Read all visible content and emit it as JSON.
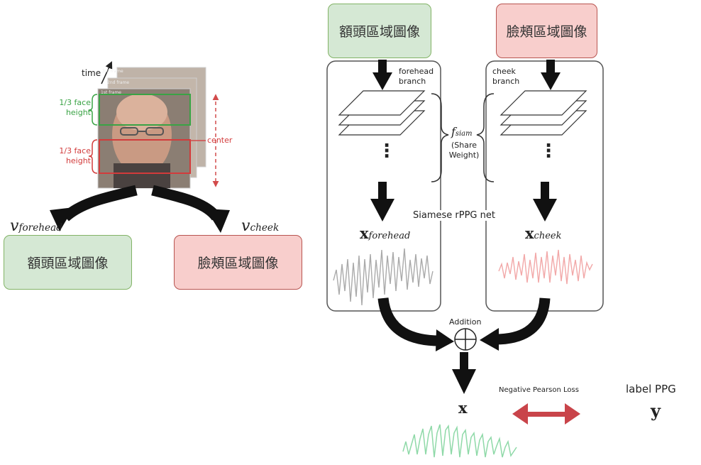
{
  "forehead_label": "額頭區域圖像",
  "cheek_label": "臉頰區域圖像",
  "left": {
    "time_label": "time",
    "face_third_green": [
      "1/3 face",
      "height"
    ],
    "face_third_red": [
      "1/3 face",
      "height"
    ],
    "center_label": "center",
    "frame_tags": [
      "3rd frame",
      "2nd frame",
      "1st frame"
    ],
    "v_forehead_main": "v",
    "v_forehead_sub": "forehead",
    "v_cheek_main": "v",
    "v_cheek_sub": "cheek"
  },
  "right": {
    "forehead_branch": [
      "forehead",
      "branch"
    ],
    "cheek_branch": [
      "cheek",
      "branch"
    ],
    "f_siam_main": "f",
    "f_siam_sub": "siam",
    "share_weight": [
      "(Share",
      "Weight)"
    ],
    "dots": "⋮",
    "siamese_label": "Siamese rPPG net",
    "x_forehead_main": "x",
    "x_forehead_sub": "forehead",
    "x_cheek_main": "x",
    "x_cheek_sub": "cheek",
    "addition_label": "Addition",
    "x_label": "x",
    "loss_label": "Negative Pearson Loss",
    "label_ppg": "label PPG",
    "y_label": "y"
  },
  "colors": {
    "green_fill": "#d5e8d4",
    "green_stroke": "#82b366",
    "red_fill": "#f8cecc",
    "red_stroke": "#b85450",
    "forehead_wave": "#aaaaaa",
    "cheek_wave": "#f2a8a8",
    "output_wave": "#8fd9a8",
    "loss_arrow": "#c9444a"
  }
}
